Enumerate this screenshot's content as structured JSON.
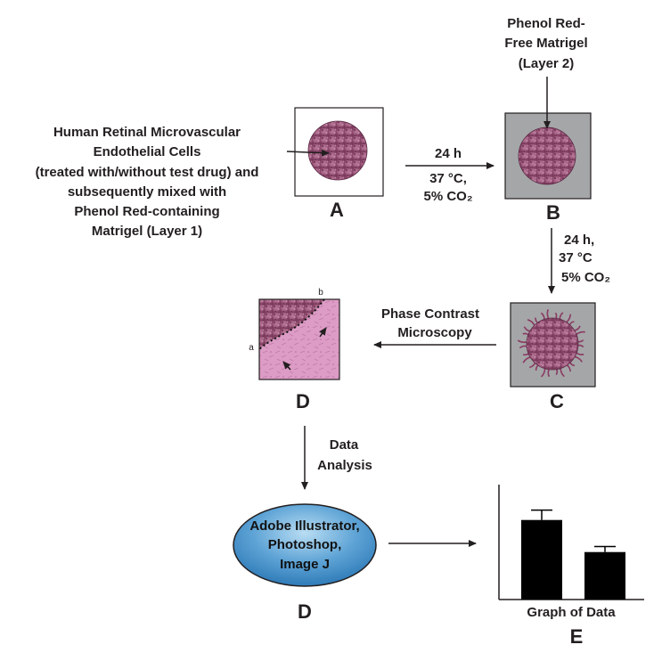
{
  "labels": {
    "cells_lines": [
      "Human Retinal Microvascular",
      "Endothelial Cells",
      "(treated with/without test drug) and",
      "subsequently mixed with",
      "Phenol Red-containing",
      "Matrigel (Layer 1)"
    ],
    "layer2_lines": [
      "Phenol Red-",
      "Free Matrigel",
      "(Layer 2)"
    ],
    "step_ab_lines": [
      "24 h",
      "37 °C,",
      "5% CO₂"
    ],
    "step_bc_lines": [
      "24 h,",
      "37 °C",
      "5% CO₂"
    ],
    "microscopy_lines": [
      "Phase Contrast",
      "Microscopy"
    ],
    "analysis_lines": [
      "Data",
      "Analysis"
    ],
    "software_lines": [
      "Adobe Illustrator,",
      "Photoshop,",
      "Image J"
    ],
    "graph_caption": "Graph of Data",
    "inset_a": "a",
    "inset_b": "b"
  },
  "panels": {
    "A": "A",
    "B": "B",
    "C": "C",
    "D_top": "D",
    "D_bottom": "D",
    "E": "E"
  },
  "chart_data": {
    "type": "bar",
    "categories": [
      "",
      ""
    ],
    "values": [
      0.72,
      0.43
    ],
    "errors": [
      0.09,
      0.05
    ],
    "ylim": [
      0,
      1
    ],
    "grid": false,
    "xlabel": "Graph of Data",
    "ylabel": ""
  },
  "colors": {
    "panel_gray": "#a5a6a8",
    "cell_pink": "#b06a8d",
    "cell_dark": "#7a3657",
    "tissue_pink": "#d895c0",
    "oval_blue": "#3a89c4",
    "oval_light": "#a6d2ee",
    "ink": "#231f20"
  }
}
